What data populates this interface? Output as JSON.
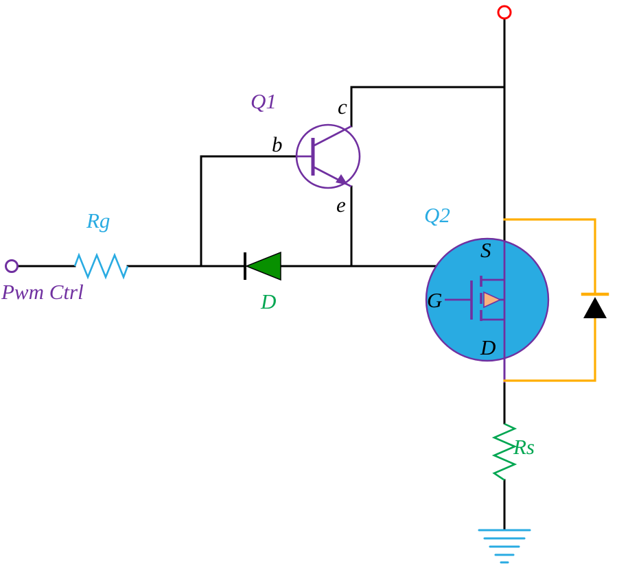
{
  "labels": {
    "pwm_ctrl": "Pwm Ctrl",
    "rg": "Rg",
    "q1": "Q1",
    "q1_base": "b",
    "q1_collector": "c",
    "q1_emitter": "e",
    "diode": "D",
    "q2": "Q2",
    "q2_source": "S",
    "q2_gate": "G",
    "q2_drain": "D",
    "rs": "Rs"
  },
  "colors": {
    "wire": "#000000",
    "purple": "#7030A0",
    "cyan": "#29ABE2",
    "green": "#00A651",
    "diode_green": "#089000",
    "orange": "#FFAE00",
    "red": "#FF0000",
    "mosfet_body_fill": "#29ABE2",
    "mosfet_arrow_fill": "#F9B27F",
    "background": "#FFFFFF"
  }
}
